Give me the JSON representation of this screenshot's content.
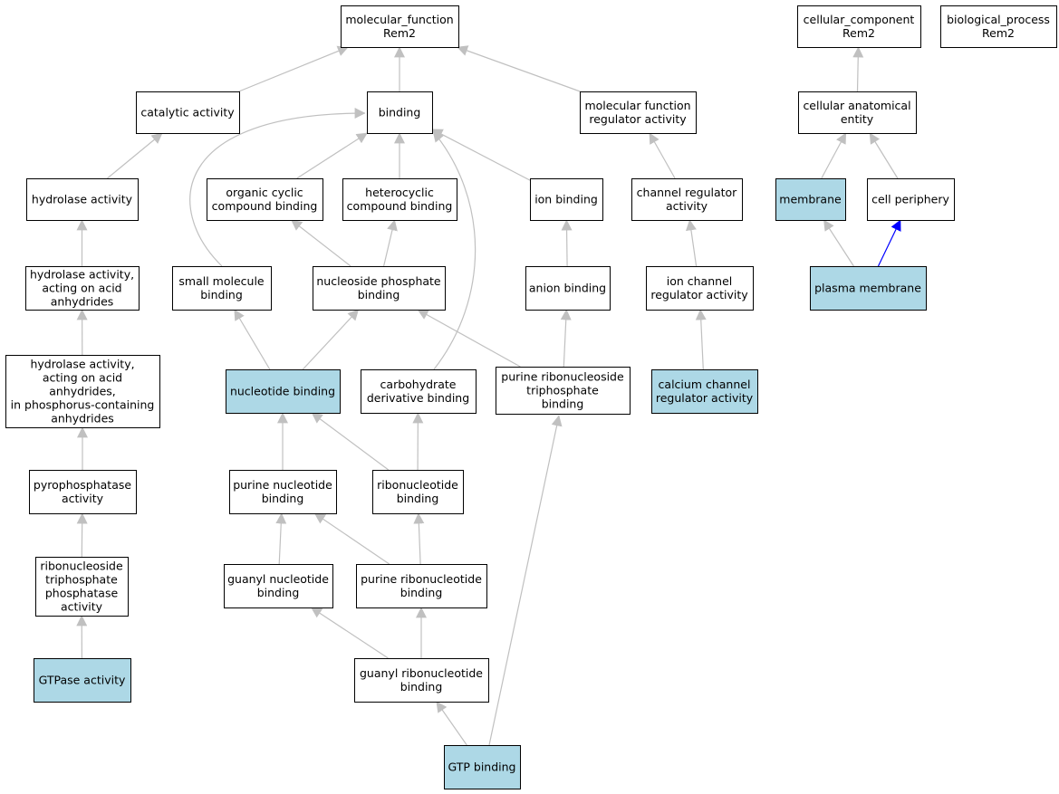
{
  "colors": {
    "highlight_fill": "#add8e6",
    "default_fill": "#ffffff",
    "edge_gray": "#c0c0c0",
    "edge_blue": "#0000ff"
  },
  "nodes": [
    {
      "id": "mf",
      "lines": [
        "molecular_function",
        "Rem2"
      ],
      "highlighted": false
    },
    {
      "id": "cc",
      "lines": [
        "cellular_component",
        "Rem2"
      ],
      "highlighted": false
    },
    {
      "id": "bp",
      "lines": [
        "biological_process",
        "Rem2"
      ],
      "highlighted": false
    },
    {
      "id": "catalytic",
      "lines": [
        "catalytic activity"
      ],
      "highlighted": false
    },
    {
      "id": "binding",
      "lines": [
        "binding"
      ],
      "highlighted": false
    },
    {
      "id": "mfreg",
      "lines": [
        "molecular function",
        "regulator activity"
      ],
      "highlighted": false
    },
    {
      "id": "cae",
      "lines": [
        "cellular anatomical",
        "entity"
      ],
      "highlighted": false
    },
    {
      "id": "hydrolase",
      "lines": [
        "hydrolase activity"
      ],
      "highlighted": false
    },
    {
      "id": "orgcyc",
      "lines": [
        "organic cyclic",
        "compound binding"
      ],
      "highlighted": false
    },
    {
      "id": "hetcyc",
      "lines": [
        "heterocyclic",
        "compound binding"
      ],
      "highlighted": false
    },
    {
      "id": "ion",
      "lines": [
        "ion binding"
      ],
      "highlighted": false
    },
    {
      "id": "chanreg",
      "lines": [
        "channel regulator",
        "activity"
      ],
      "highlighted": false
    },
    {
      "id": "membrane",
      "lines": [
        "membrane"
      ],
      "highlighted": true
    },
    {
      "id": "cellper",
      "lines": [
        "cell periphery"
      ],
      "highlighted": false
    },
    {
      "id": "hydacid",
      "lines": [
        "hydrolase activity,",
        "acting on acid",
        "anhydrides"
      ],
      "highlighted": false
    },
    {
      "id": "smallmol",
      "lines": [
        "small molecule",
        "binding"
      ],
      "highlighted": false
    },
    {
      "id": "nucphos",
      "lines": [
        "nucleoside phosphate",
        "binding"
      ],
      "highlighted": false
    },
    {
      "id": "anion",
      "lines": [
        "anion binding"
      ],
      "highlighted": false
    },
    {
      "id": "ionchan",
      "lines": [
        "ion channel",
        "regulator activity"
      ],
      "highlighted": false
    },
    {
      "id": "plasma",
      "lines": [
        "plasma membrane"
      ],
      "highlighted": true
    },
    {
      "id": "hydphos",
      "lines": [
        "hydrolase activity,",
        "acting on acid",
        "anhydrides,",
        "in phosphorus-containing",
        "anhydrides"
      ],
      "highlighted": false
    },
    {
      "id": "nucleotide",
      "lines": [
        "nucleotide binding"
      ],
      "highlighted": true
    },
    {
      "id": "carbo",
      "lines": [
        "carbohydrate",
        "derivative binding"
      ],
      "highlighted": false
    },
    {
      "id": "purtri",
      "lines": [
        "purine ribonucleoside",
        "triphosphate",
        "binding"
      ],
      "highlighted": false
    },
    {
      "id": "calcium",
      "lines": [
        "calcium channel",
        "regulator activity"
      ],
      "highlighted": true
    },
    {
      "id": "pyro",
      "lines": [
        "pyrophosphatase",
        "activity"
      ],
      "highlighted": false
    },
    {
      "id": "purnuc",
      "lines": [
        "purine nucleotide",
        "binding"
      ],
      "highlighted": false
    },
    {
      "id": "ribonuc",
      "lines": [
        "ribonucleotide",
        "binding"
      ],
      "highlighted": false
    },
    {
      "id": "ribotri",
      "lines": [
        "ribonucleoside",
        "triphosphate",
        "phosphatase",
        "activity"
      ],
      "highlighted": false
    },
    {
      "id": "guanyl",
      "lines": [
        "guanyl nucleotide",
        "binding"
      ],
      "highlighted": false
    },
    {
      "id": "purribo",
      "lines": [
        "purine ribonucleotide",
        "binding"
      ],
      "highlighted": false
    },
    {
      "id": "gtpase",
      "lines": [
        "GTPase activity"
      ],
      "highlighted": true
    },
    {
      "id": "guanylribo",
      "lines": [
        "guanyl ribonucleotide",
        "binding"
      ],
      "highlighted": false
    },
    {
      "id": "gtp",
      "lines": [
        "GTP binding"
      ],
      "highlighted": true
    }
  ],
  "edges": [
    {
      "from": "catalytic",
      "to": "mf",
      "color": "gray"
    },
    {
      "from": "binding",
      "to": "mf",
      "color": "gray"
    },
    {
      "from": "mfreg",
      "to": "mf",
      "color": "gray"
    },
    {
      "from": "cae",
      "to": "cc",
      "color": "gray"
    },
    {
      "from": "hydrolase",
      "to": "catalytic",
      "color": "gray"
    },
    {
      "from": "orgcyc",
      "to": "binding",
      "color": "gray"
    },
    {
      "from": "hetcyc",
      "to": "binding",
      "color": "gray"
    },
    {
      "from": "ion",
      "to": "binding",
      "color": "gray"
    },
    {
      "from": "smallmol",
      "to": "binding",
      "color": "gray"
    },
    {
      "from": "carbo",
      "to": "binding",
      "color": "gray"
    },
    {
      "from": "chanreg",
      "to": "mfreg",
      "color": "gray"
    },
    {
      "from": "membrane",
      "to": "cae",
      "color": "gray"
    },
    {
      "from": "cellper",
      "to": "cae",
      "color": "gray"
    },
    {
      "from": "hydacid",
      "to": "hydrolase",
      "color": "gray"
    },
    {
      "from": "nucphos",
      "to": "orgcyc",
      "color": "gray"
    },
    {
      "from": "nucphos",
      "to": "hetcyc",
      "color": "gray"
    },
    {
      "from": "anion",
      "to": "ion",
      "color": "gray"
    },
    {
      "from": "ionchan",
      "to": "chanreg",
      "color": "gray"
    },
    {
      "from": "plasma",
      "to": "membrane",
      "color": "gray"
    },
    {
      "from": "plasma",
      "to": "cellper",
      "color": "blue"
    },
    {
      "from": "hydphos",
      "to": "hydacid",
      "color": "gray"
    },
    {
      "from": "nucleotide",
      "to": "smallmol",
      "color": "gray"
    },
    {
      "from": "nucleotide",
      "to": "nucphos",
      "color": "gray"
    },
    {
      "from": "purtri",
      "to": "nucphos",
      "color": "gray"
    },
    {
      "from": "purtri",
      "to": "anion",
      "color": "gray"
    },
    {
      "from": "calcium",
      "to": "ionchan",
      "color": "gray"
    },
    {
      "from": "pyro",
      "to": "hydphos",
      "color": "gray"
    },
    {
      "from": "purnuc",
      "to": "nucleotide",
      "color": "gray"
    },
    {
      "from": "ribonuc",
      "to": "nucleotide",
      "color": "gray"
    },
    {
      "from": "ribonuc",
      "to": "carbo",
      "color": "gray"
    },
    {
      "from": "ribotri",
      "to": "pyro",
      "color": "gray"
    },
    {
      "from": "guanyl",
      "to": "purnuc",
      "color": "gray"
    },
    {
      "from": "purribo",
      "to": "purnuc",
      "color": "gray"
    },
    {
      "from": "purribo",
      "to": "ribonuc",
      "color": "gray"
    },
    {
      "from": "gtpase",
      "to": "ribotri",
      "color": "gray"
    },
    {
      "from": "guanylribo",
      "to": "guanyl",
      "color": "gray"
    },
    {
      "from": "guanylribo",
      "to": "purribo",
      "color": "gray"
    },
    {
      "from": "gtp",
      "to": "guanylribo",
      "color": "gray"
    },
    {
      "from": "gtp",
      "to": "purtri",
      "color": "gray"
    }
  ]
}
